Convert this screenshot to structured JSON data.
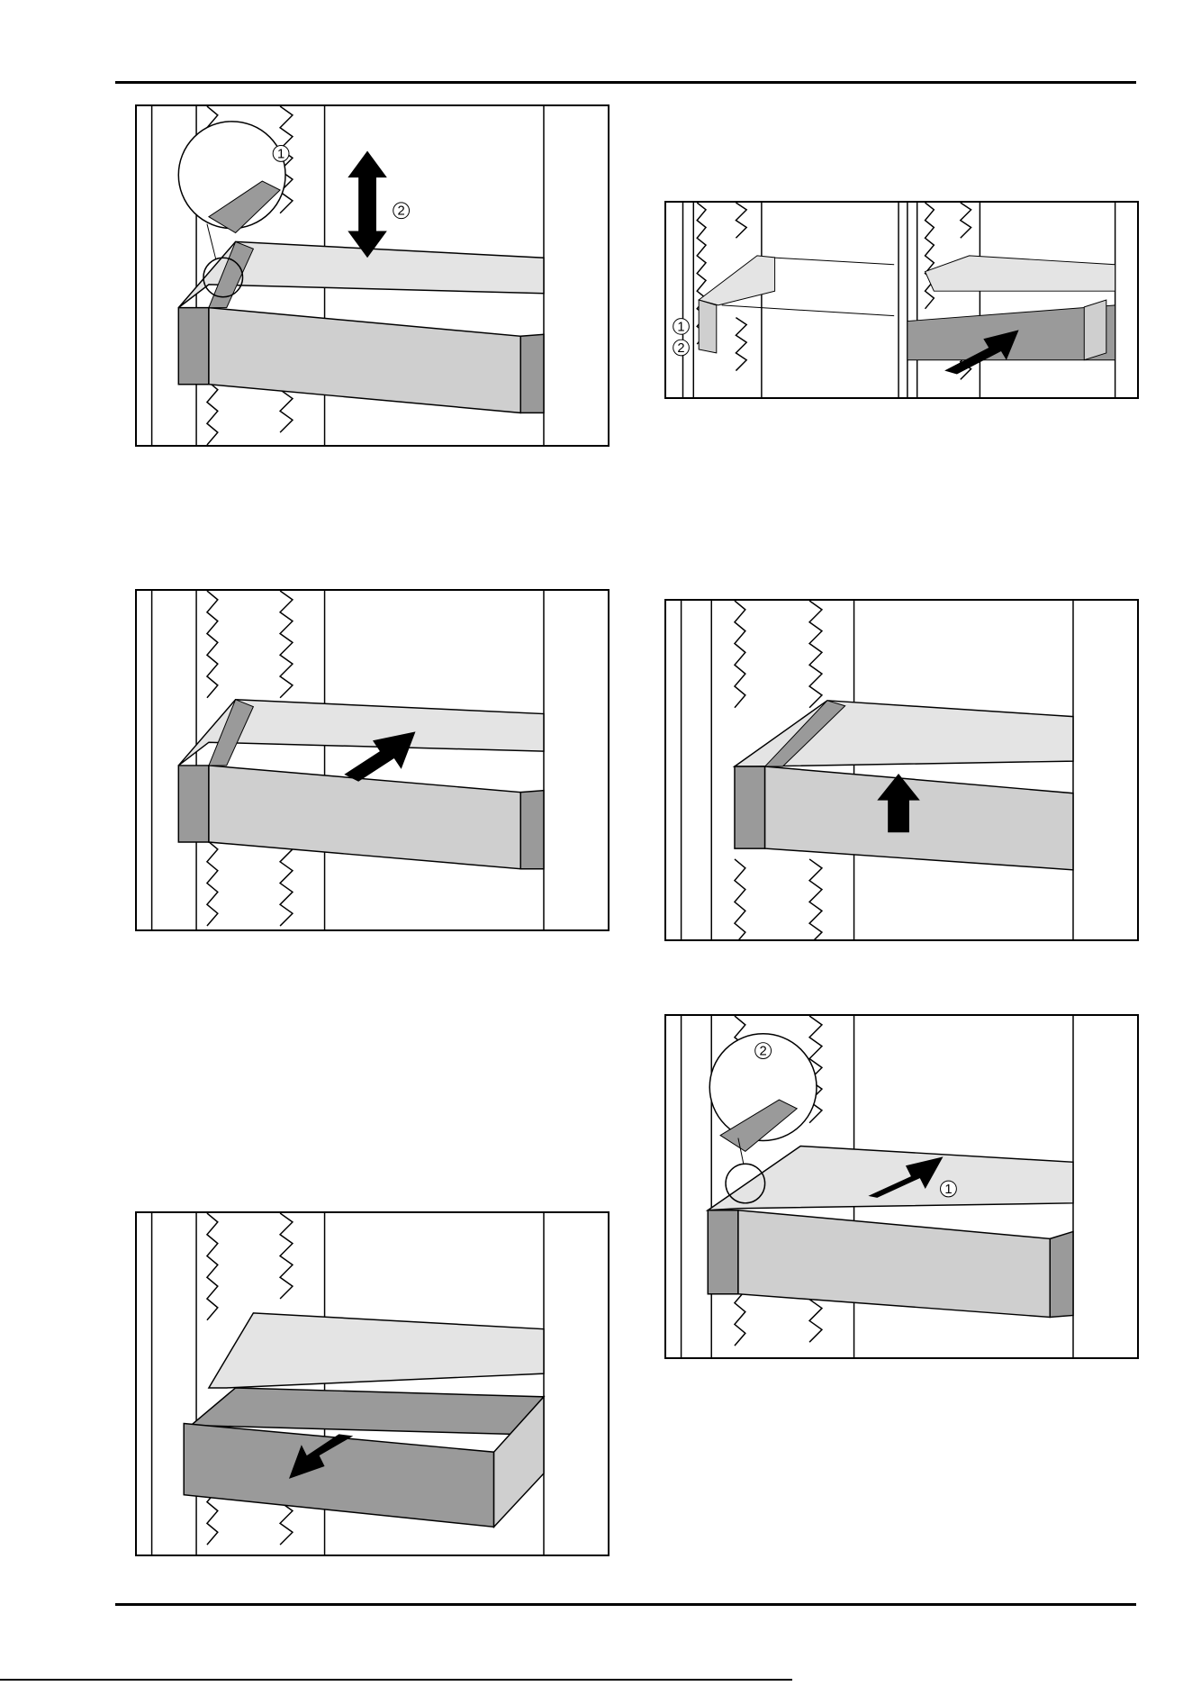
{
  "figures": [
    {
      "id": "fig-1",
      "callouts": [
        "1",
        "2"
      ]
    },
    {
      "id": "fig-2",
      "callouts": [
        "1",
        "2"
      ]
    },
    {
      "id": "fig-3",
      "callouts": []
    },
    {
      "id": "fig-4",
      "callouts": []
    },
    {
      "id": "fig-5",
      "callouts": []
    },
    {
      "id": "fig-6",
      "callouts": [
        "2",
        "1"
      ]
    }
  ],
  "colors": {
    "drawer_front": "#cfcfcf",
    "drawer_top": "#e4e4e4",
    "rail": "#9a9a9a",
    "line": "#000000"
  }
}
